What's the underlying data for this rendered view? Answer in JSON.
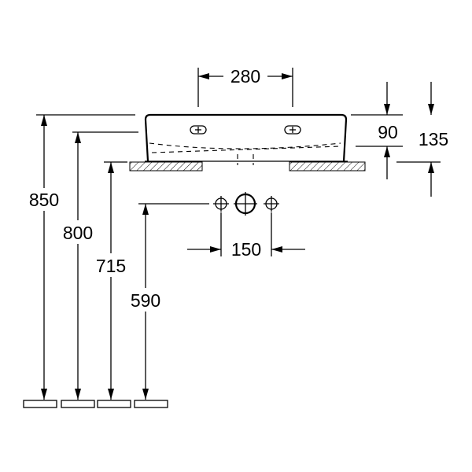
{
  "dimensions": {
    "width_top": "280",
    "depth_rim": "90",
    "depth_total": "135",
    "height_rim": "850",
    "height_bottom": "800",
    "height_counter": "715",
    "height_outlets": "590",
    "outlet_spacing": "150"
  },
  "colors": {
    "line": "#000000",
    "background": "#ffffff"
  }
}
